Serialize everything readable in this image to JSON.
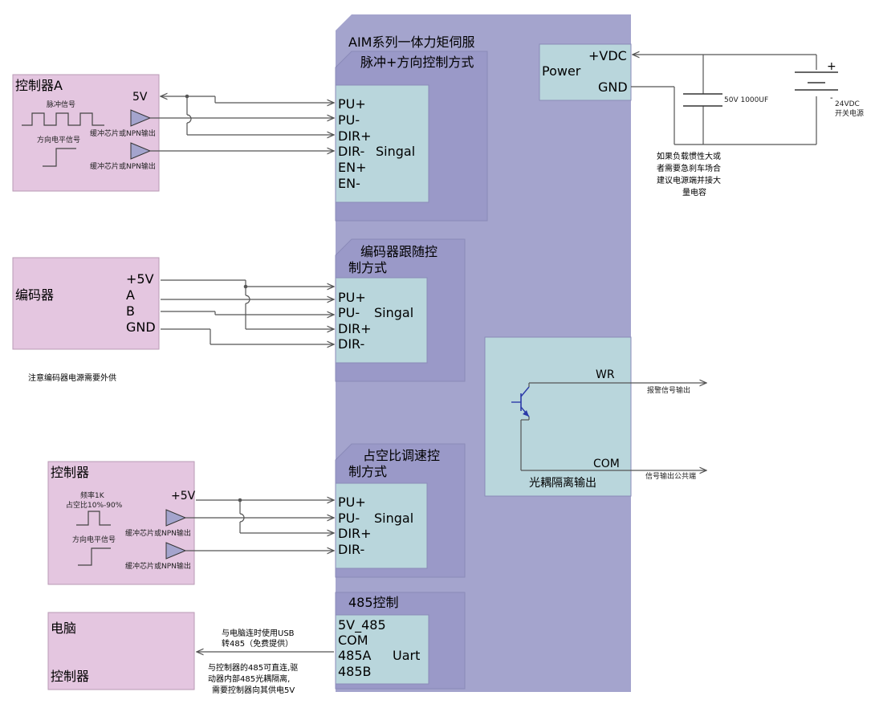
{
  "colors": {
    "main_body": "#a4a4cd",
    "section": "#9a99c8",
    "section_border": "#8a8ab8",
    "connector": "#b9d6dc",
    "controller": "#e4c6e0",
    "wire": "#555555",
    "buffer": "#a4a4cd"
  },
  "main": {
    "title": "AIM系列一体力矩伺服"
  },
  "pulse_section": {
    "title": "脉冲+方向控制方式",
    "pins": [
      "PU+",
      "PU-",
      "DIR+",
      "DIR-",
      "EN+",
      "EN-"
    ],
    "signal_label": "Singal"
  },
  "controller_a": {
    "title": "控制器A",
    "voltage": "5V",
    "pulse_signal": "脉冲信号",
    "direction_signal": "方向电平信号",
    "buffer1": "缓冲芯片或NPN输出",
    "buffer2": "缓冲芯片或NPN输出"
  },
  "power": {
    "label": "Power",
    "vdc": "+VDC",
    "gnd": "GND",
    "capacitor": "50V 1000UF",
    "plus": "+",
    "minus": "-",
    "supply_line1": "24VDC",
    "supply_line2": "开关电源",
    "note_lines": [
      "如果负载惯性大或",
      "者需要急刹车场合",
      "建议电源端并接大",
      "量电容"
    ]
  },
  "encoder_section": {
    "title_line1": "编码器跟随控",
    "title_line2": "制方式",
    "pins": [
      "PU+",
      "PU-",
      "DIR+",
      "DIR-"
    ],
    "signal_label": "Singal"
  },
  "encoder": {
    "title": "编码器",
    "pins": [
      "+5V",
      "A",
      "B",
      "GND"
    ],
    "note": "注意编码器电源需要外供"
  },
  "output": {
    "wr": "WR",
    "com": "COM",
    "alarm": "报警信号输出",
    "common": "信号输出公共端",
    "label": "光耦隔离输出"
  },
  "duty_section": {
    "title_line1": "占空比调速控",
    "title_line2": "制方式",
    "pins": [
      "PU+",
      "PU-",
      "DIR+",
      "DIR-"
    ],
    "signal_label": "Singal"
  },
  "controller_b": {
    "title": "控制器",
    "freq": "频率1K",
    "duty": "占空比10%-90%",
    "voltage": "+5V",
    "direction_signal": "方向电平信号",
    "buffer1": "缓冲芯片或NPN输出",
    "buffer2": "缓冲芯片或NPN输出"
  },
  "rs485_section": {
    "title": "485控制",
    "pins": [
      "5V_485",
      "COM",
      "485A",
      "485B"
    ],
    "uart_label": "Uart"
  },
  "pc": {
    "title1": "电脑",
    "title2": "控制器",
    "note1_lines": [
      "与电脑连时使用USB",
      "转485（免费提供）"
    ],
    "note2_lines": [
      "与控制器的485可直连,驱",
      "动器内部485光耦隔离,",
      "需要控制器向其供电5V"
    ]
  }
}
